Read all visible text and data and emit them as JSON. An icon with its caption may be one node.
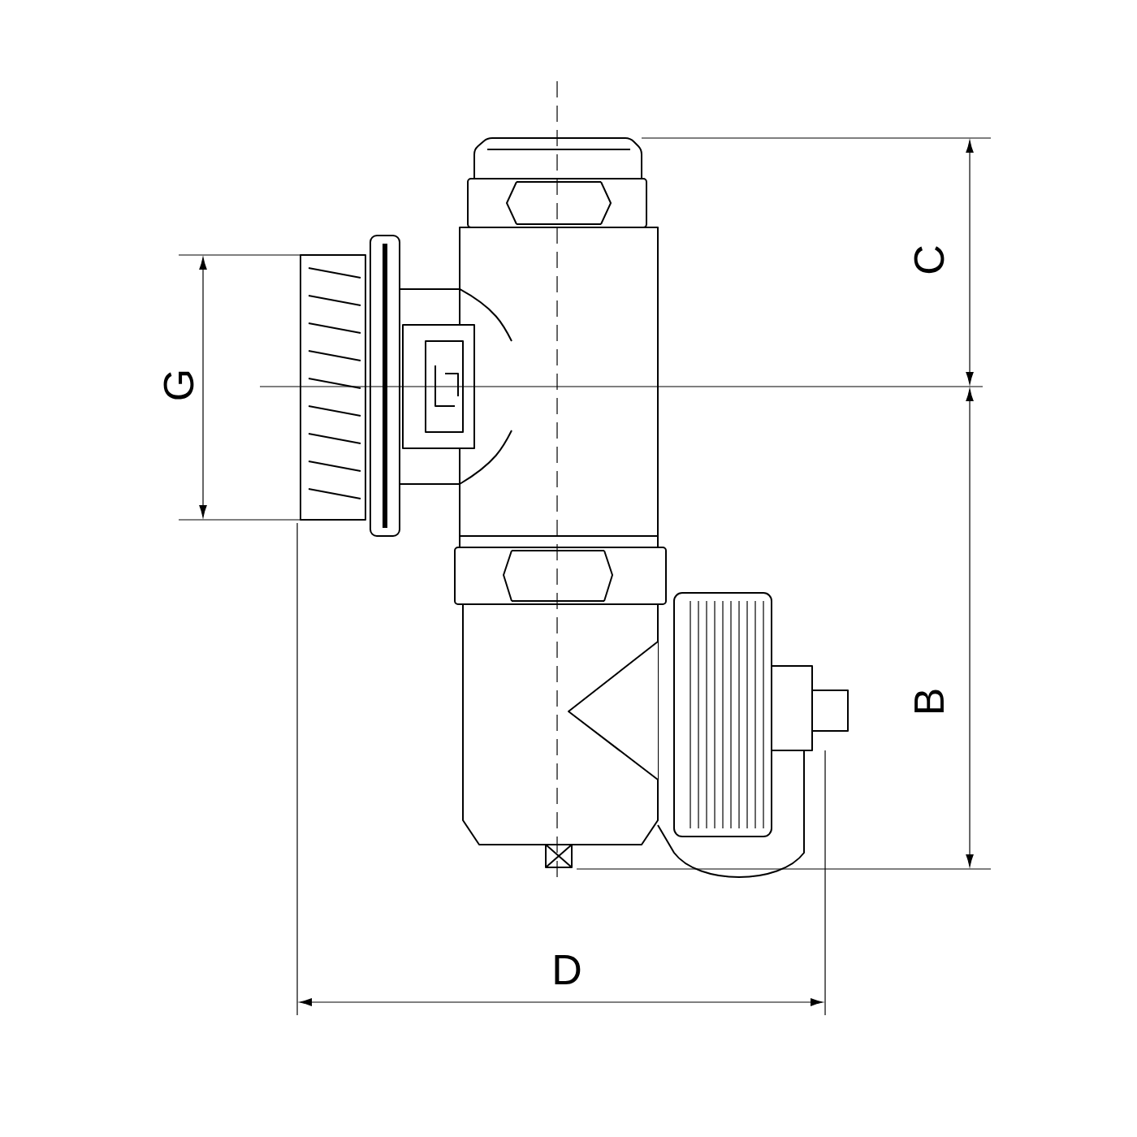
{
  "diagram": {
    "labels": [
      "C",
      "G",
      "B",
      "D"
    ]
  }
}
